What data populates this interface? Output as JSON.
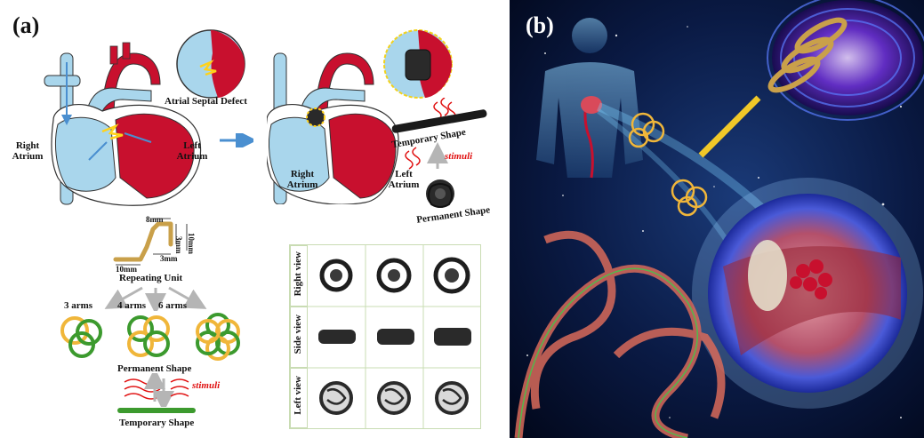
{
  "panel_a": {
    "letter": "(a)",
    "heart1": {
      "atrial_septal_defect": "Atrial Septal Defect",
      "right_atrium": "Right Atrium",
      "left_atrium": "Left Atrium"
    },
    "heart2": {
      "right_atrium": "Right Atrium",
      "left_atrium": "Left Atrium",
      "temporary_shape": "Temporary Shape",
      "stimuli": "stimuli",
      "permanent_shape": "Permanent Shape"
    },
    "repeating_unit": {
      "dim_8mm": "8mm",
      "dim_3mm_a": "3mm",
      "dim_10mm_v": "10mm",
      "dim_3mm_b": "3mm",
      "dim_10mm_h": "10mm",
      "caption": "Repeating Unit"
    },
    "arms": [
      "3 arms",
      "4 arms",
      "6 arms"
    ],
    "permanent_shape": "Permanent Shape",
    "stimuli": "stimuli",
    "temporary_shape": "Temporary Shape",
    "views": [
      "Right view",
      "Side view",
      "Left view"
    ]
  },
  "panel_b": {
    "letter": "(b)"
  },
  "colors": {
    "blood_blue": "#a9d6ec",
    "heart_red": "#c8102e",
    "arrow_blue": "#4a8fd0",
    "stimuli_red": "#e01010",
    "device_green": "#3c9a2e",
    "device_orange": "#f0b63a",
    "space_dark": "#05102a"
  }
}
